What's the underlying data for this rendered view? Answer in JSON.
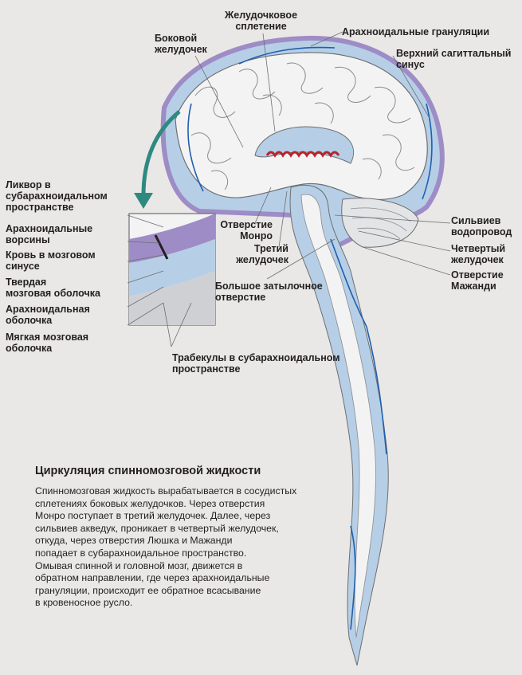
{
  "labels": {
    "choroid_plexus": "Желудочковое\nсплетение",
    "arachnoid_granulations": "Арахноидальные грануляции",
    "lateral_ventricle": "Боковой\nжелудочек",
    "superior_sagittal_sinus": "Верхний сагиттальный\nсинус",
    "csf_subarachnoid": "Ликвор в\nсубарахноидальном\nпространстве",
    "arachnoid_villi": "Арахноидальные\nворсины",
    "sinus_blood": "Кровь в мозговом\nсинусе",
    "dura_mater": "Твердая\nмозговая оболочка",
    "arachnoid_mater": "Арахноидальная\nоболочка",
    "pia_mater": "Мягкая мозговая\nоболочка",
    "foramen_monro": "Отверстие\nМонро",
    "third_ventricle": "Третий\nжелудочек",
    "foramen_magnum": "Большое затылочное\nотверстие",
    "aqueduct": "Сильвиев\nводопровод",
    "fourth_ventricle": "Четвертый\nжелудочек",
    "foramen_magendie": "Отверстие\nМажанди",
    "trabeculae": "Трабекулы в субарахноидальном\nпространстве"
  },
  "caption": {
    "title": "Циркуляция спинномозговой жидкости",
    "body": "Спинномозговая жидкость вырабатывается в сосудистых\nсплетениях боковых желудочков. Через отверстия\nМонро поступает в третий желудочек. Далее, через\nсильвиев акведук, проникает в четвертый желудочек,\nоткуда, через отверстия Люшка и Мажанди\nпопадает в субарахноидальное пространство.\nОмывая спинной и головной мозг, движется в\nобратном направлении, где через арахноидальные\nгрануляции, происходит ее обратное всасывание\nв кровеносное русло."
  },
  "colors": {
    "background": "#e9e8e6",
    "dura_purple": "#9e8cc6",
    "csf_blue": "#b6cfe6",
    "flow_arrow": "#1f5fae",
    "choroid_red": "#b8242c",
    "brain_tissue": "#f3f3f3",
    "teal_arrow": "#2e8a80"
  }
}
